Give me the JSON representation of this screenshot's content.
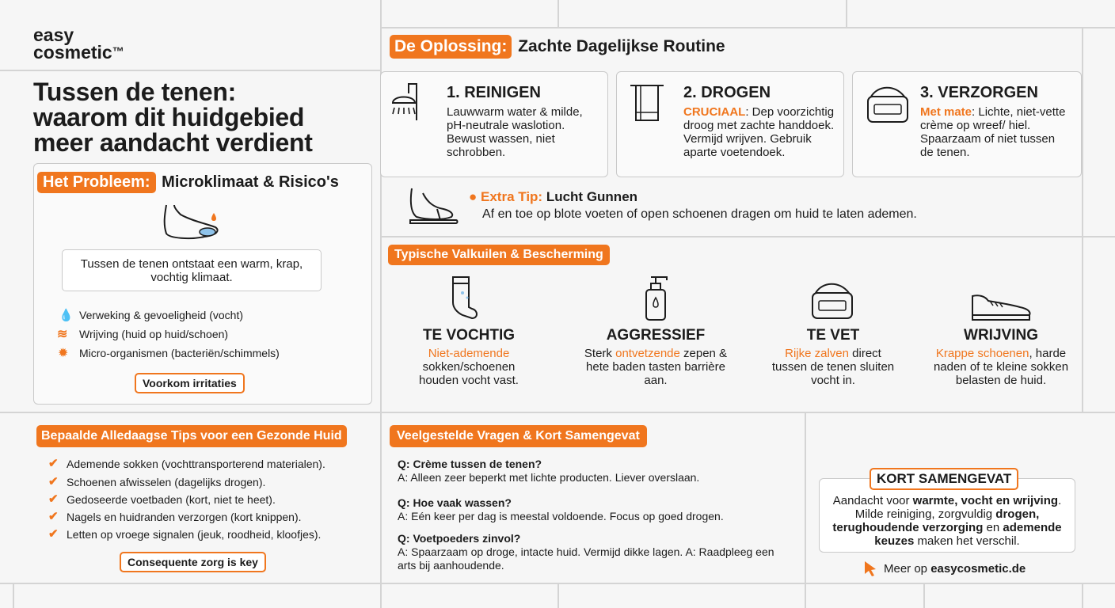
{
  "brand": {
    "line1": "easy",
    "line2": "cosmetic",
    "tm": "™"
  },
  "title": {
    "line1": "Tussen de tenen:",
    "line2": "waarom dit huidgebied",
    "line3": "meer aandacht verdient"
  },
  "problem": {
    "pill": "Het Probleem:",
    "heading": "Microklimaat & Risico's",
    "statement": "Tussen de tenen ontstaat een warm, krap, vochtig klimaat.",
    "risks": [
      {
        "icon": "droplet-icon",
        "text": "Verweking & gevoeligheid (vocht)"
      },
      {
        "icon": "friction-icon",
        "text": "Wrijving (huid op huid/schoen)"
      },
      {
        "icon": "microbe-icon",
        "text": "Micro-organismen (bacteriën/schimmels)"
      }
    ],
    "badge": "Voorkom irritaties"
  },
  "solution": {
    "pill": "De Oplossing:",
    "heading": "Zachte Dagelijkse Routine",
    "steps": [
      {
        "title": "1. REINIGEN",
        "prefix": "",
        "text": "Lauwwarm water & milde, pH-neutrale waslotion. Bewust wassen, niet schrobben."
      },
      {
        "title": "2. DROGEN",
        "prefix": "CRUCIAAL",
        "text": ": Dep voorzichtig droog met zachte handdoek. Vermijd wrijven. Gebruik aparte voetendoek."
      },
      {
        "title": "3. VERZORGEN",
        "prefix": "Met mate",
        "text": ": Lichte, niet-vette crème op wreef/ hiel. Spaarzaam of niet tussen de tenen."
      }
    ],
    "extra_tip": {
      "label": "Extra Tip:",
      "heading": "Lucht Gunnen",
      "text": "Af en toe op blote voeten of open schoenen dragen om huid te laten ademen."
    }
  },
  "pitfalls": {
    "pill": "Typische Valkuilen & Bescherming",
    "items": [
      {
        "title": "TE VOCHTIG",
        "hl": "Niet-ademende",
        "rest": "sokken/schoenen houden vocht vast.",
        "icon": "sock-icon"
      },
      {
        "title": "AGGRESSIEF",
        "pre": "Sterk ",
        "hl": "ontvetzende",
        "rest": " zepen & hete baden tasten barrière aan.",
        "icon": "soap-bottle-icon"
      },
      {
        "title": "TE VET",
        "hl": "Rijke zalven",
        "rest": " direct tussen de tenen sluiten vocht in.",
        "icon": "cream-jar-icon"
      },
      {
        "title": "WRIJVING",
        "hl": "Krappe schoenen",
        "rest": ", harde naden of te kleine sokken belasten de huid.",
        "icon": "shoe-icon"
      }
    ]
  },
  "tips": {
    "pill": "Bepaalde Alledaagse Tips voor een Gezonde Huid",
    "items": [
      "Ademende sokken (vochttransporterend materialen).",
      "Schoenen afwisselen (dagelijks drogen).",
      "Gedoseerde voetbaden (kort, niet te heet).",
      "Nagels en huidranden verzorgen (kort knippen).",
      "Letten op vroege signalen (jeuk, roodheid, kloofjes)."
    ],
    "badge": "Consequente zorg is key"
  },
  "faq": {
    "pill": "Veelgestelde Vragen & Kort Samengevat",
    "items": [
      {
        "q": "Q: Crème tussen de tenen?",
        "a": "A: Alleen zeer beperkt met lichte producten. Liever overslaan."
      },
      {
        "q": "Q: Hoe vaak wassen?",
        "a": "A: Eén keer per dag is meestal voldoende. Focus op goed drogen."
      },
      {
        "q": "Q: Voetpoeders zinvol?",
        "a": "A: Spaarzaam op droge, intacte huid. Vermijd dikke lagen. A: Raadpleeg een arts bij aanhoudende."
      }
    ]
  },
  "summary": {
    "title": "KORT SAMENGEVAT",
    "p1": "Aandacht voor ",
    "b1": "warmte, vocht en wrijving",
    "p2": ". Milde reiniging, zorgvuldig ",
    "b2": "drogen, terughoudende verzorging",
    "p3": " en ",
    "b3": "ademende keuzes",
    "p4": " maken het verschil."
  },
  "link": {
    "prefix": "Meer op ",
    "url": "easycosmetic.de"
  },
  "colors": {
    "accent": "#f0761e",
    "text": "#1c1c1c",
    "border": "#c9c9c9",
    "background": "#f6f6f6"
  }
}
